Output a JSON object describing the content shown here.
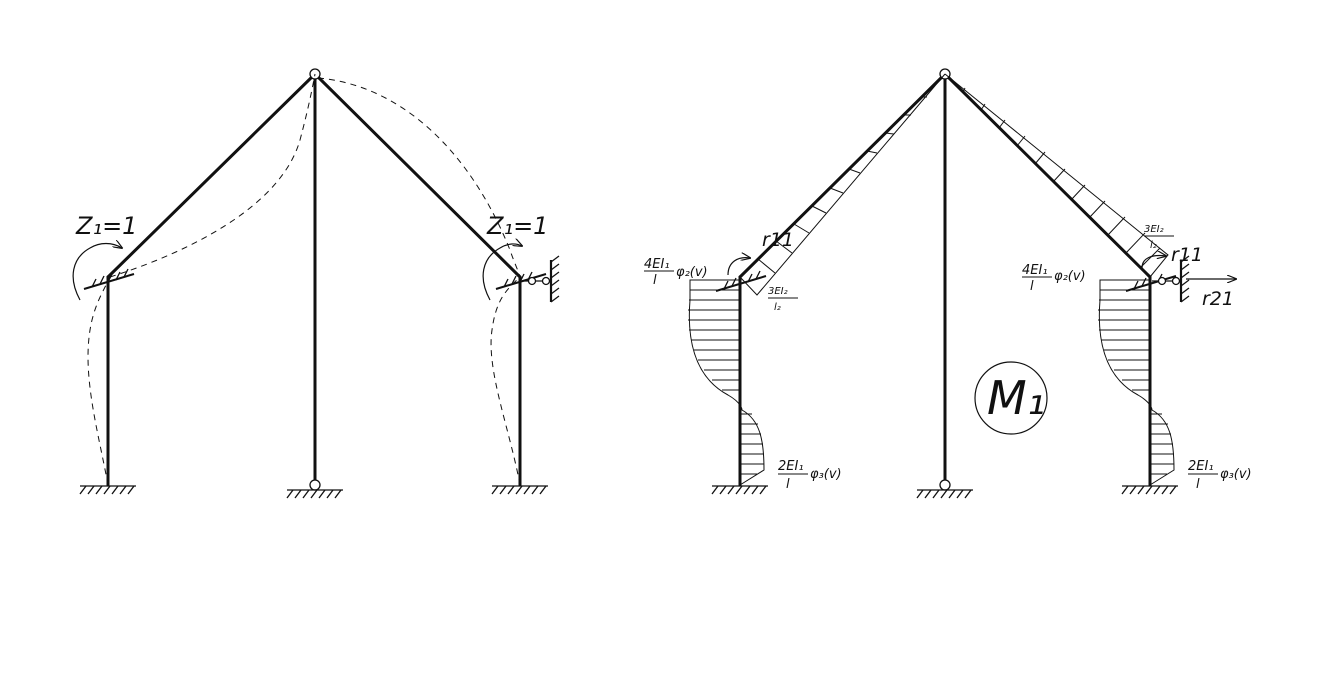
{
  "left_scheme": {
    "z_label_left": "Z₁=1",
    "z_label_right": "Z₁=1"
  },
  "right_scheme": {
    "r11_left": "r11",
    "r11_right": "r11",
    "r21": "r21",
    "diagram_label": "M₁",
    "formulas": {
      "left_top_num": "4EI₁",
      "left_top_den": "l",
      "left_top_func": "φ₂(v)",
      "left_rafter_num": "3EI₂",
      "left_rafter_den": "l₂",
      "left_bottom_num": "2EI₁",
      "left_bottom_den": "l",
      "left_bottom_func": "φ₃(v)",
      "right_top_num": "4EI₁",
      "right_top_den": "l",
      "right_top_func": "φ₂(v)",
      "right_rafter_num": "3EI₂",
      "right_rafter_den": "l₂",
      "right_bottom_num": "2EI₁",
      "right_bottom_den": "l",
      "right_bottom_func": "φ₃(v)"
    }
  },
  "colors": {
    "line": "#111111",
    "background": "#ffffff"
  }
}
